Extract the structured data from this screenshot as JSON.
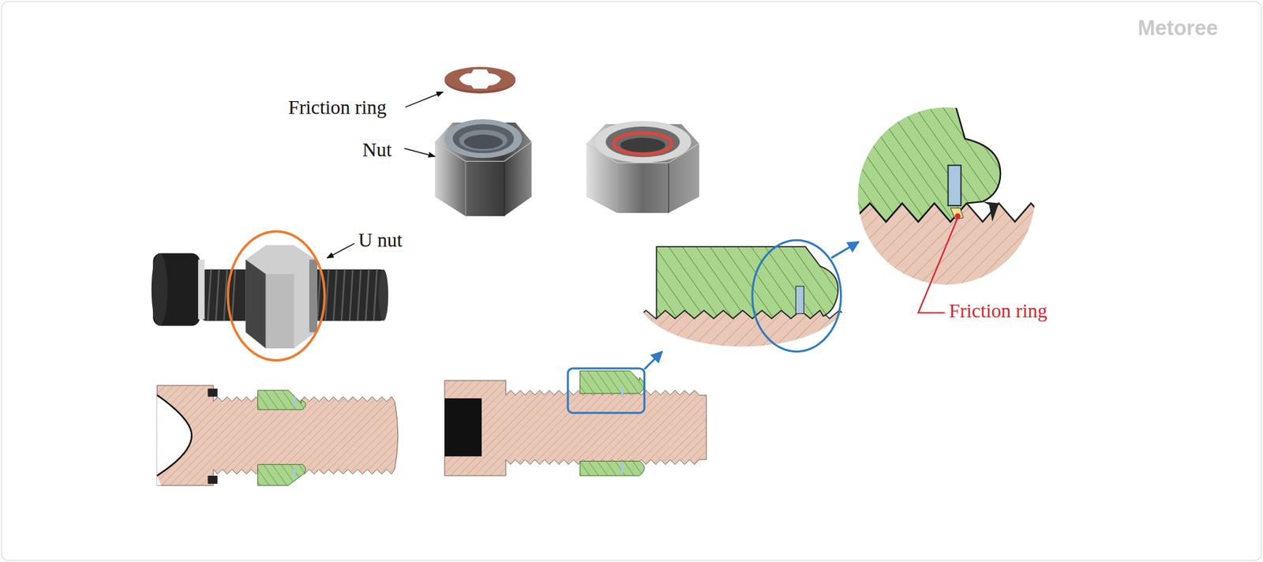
{
  "diagram": {
    "labels": [
      "Metoree",
      "Friction ring",
      "Nut",
      "U nut",
      "Friction ring"
    ]
  }
}
